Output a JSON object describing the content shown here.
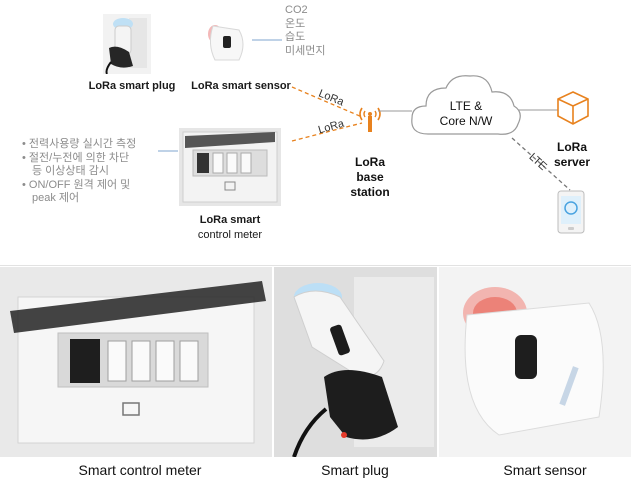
{
  "top": {
    "plug_label": "LoRa smart plug",
    "sensor_label": "LoRa smart sensor",
    "sensor_metrics": [
      "CO2",
      "온도",
      "습도",
      "미세먼지"
    ],
    "meter_label": [
      "LoRa smart",
      "control meter"
    ],
    "meter_features": [
      "전력사용량 실시간 측정",
      "절전/누전에 의한 차단",
      "등 이상상태 감시",
      "ON/OFF 원격 제어 및",
      "peak 제어"
    ],
    "link_label_1": "LoRa",
    "link_label_2": "LoRa",
    "base_station_label": [
      "LoRa",
      "base",
      "station"
    ],
    "cloud_label": [
      "LTE &",
      "Core N/W"
    ],
    "server_label": [
      "LoRa",
      "server"
    ],
    "lte_label": "LTE"
  },
  "bottom": {
    "captions": [
      "Smart control meter",
      "Smart plug",
      "Smart sensor"
    ]
  },
  "colors": {
    "accent_orange": "#e8821e",
    "line_gray": "#9a9a9a"
  }
}
